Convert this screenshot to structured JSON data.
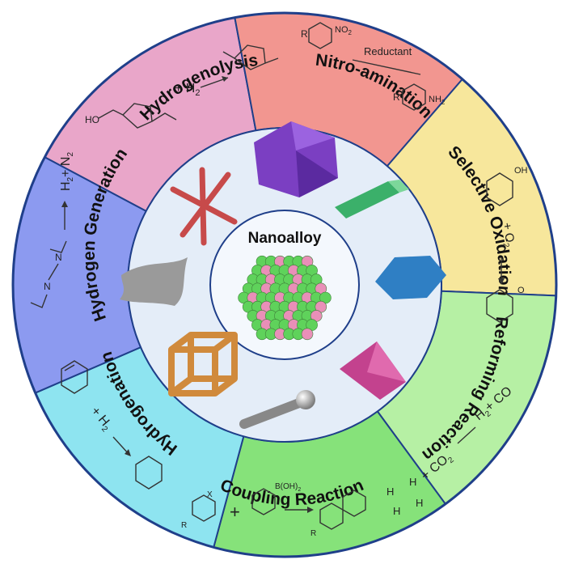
{
  "center": {
    "title": "Nanoalloy"
  },
  "segments": [
    {
      "id": "hydrogenolysis",
      "label": "Hydrogenolysis",
      "color": "#e9a6c9",
      "chem": {
        "reagent": "+ H",
        "sub": "2",
        "left": "HO"
      }
    },
    {
      "id": "nitro-amination",
      "label": "Nitro-amination",
      "color": "#f29690",
      "chem": {
        "r1": "R",
        "no2": "NO",
        "no2sub": "2",
        "reductant": "Reductant",
        "r2": "R",
        "nh2": "NH",
        "nh2sub": "2"
      }
    },
    {
      "id": "selective-oxidation",
      "label": "Selective Oxidation",
      "color": "#f7e79c",
      "chem": {
        "oh": "OH",
        "reagent": "+ O",
        "sub": "2",
        "ketone": "O"
      }
    },
    {
      "id": "reforming-reaction",
      "label": "Reforming Reaction",
      "color": "#b6f0a4",
      "chem": {
        "h": "H",
        "reagent": "+ CO",
        "sub": "2",
        "product1": "H",
        "product1sub": "2",
        "product2": "+ CO"
      }
    },
    {
      "id": "coupling-reaction",
      "label": "Coupling Reaction",
      "color": "#86e27a",
      "chem": {
        "x": "X",
        "r1": "R",
        "plus": "+",
        "boronic": "B(OH)",
        "boronicsub": "2",
        "r2": "R"
      }
    },
    {
      "id": "hydrogenation",
      "label": "Hydrogenation",
      "color": "#8ee4f0",
      "chem": {
        "reagent": "+ H",
        "sub": "2"
      }
    },
    {
      "id": "hydrogen-generation",
      "label": "Hydrogen Generation",
      "color": "#8c9af0",
      "chem": {
        "n1": "N",
        "n2": "N",
        "product": "H",
        "productsub": "2",
        "plus": "+ N",
        "plussub": "2"
      }
    }
  ],
  "colors": {
    "inner_ring": "#e4edf8",
    "center_circle": "#f4f8fd",
    "ring_border": "#1f3f8a",
    "nano_pink": "#e98fb8",
    "nano_green": "#5fd25b",
    "icosahedron": "#7b3fc2",
    "prism": "#3bb06a",
    "hexagon": "#2f7fc4",
    "octahedron": "#c3428e",
    "cube_frame": "#d08a3c",
    "star_rods": "#c74a4a",
    "sheet": "#9a9a9a",
    "sphere_rod": "#888888"
  }
}
